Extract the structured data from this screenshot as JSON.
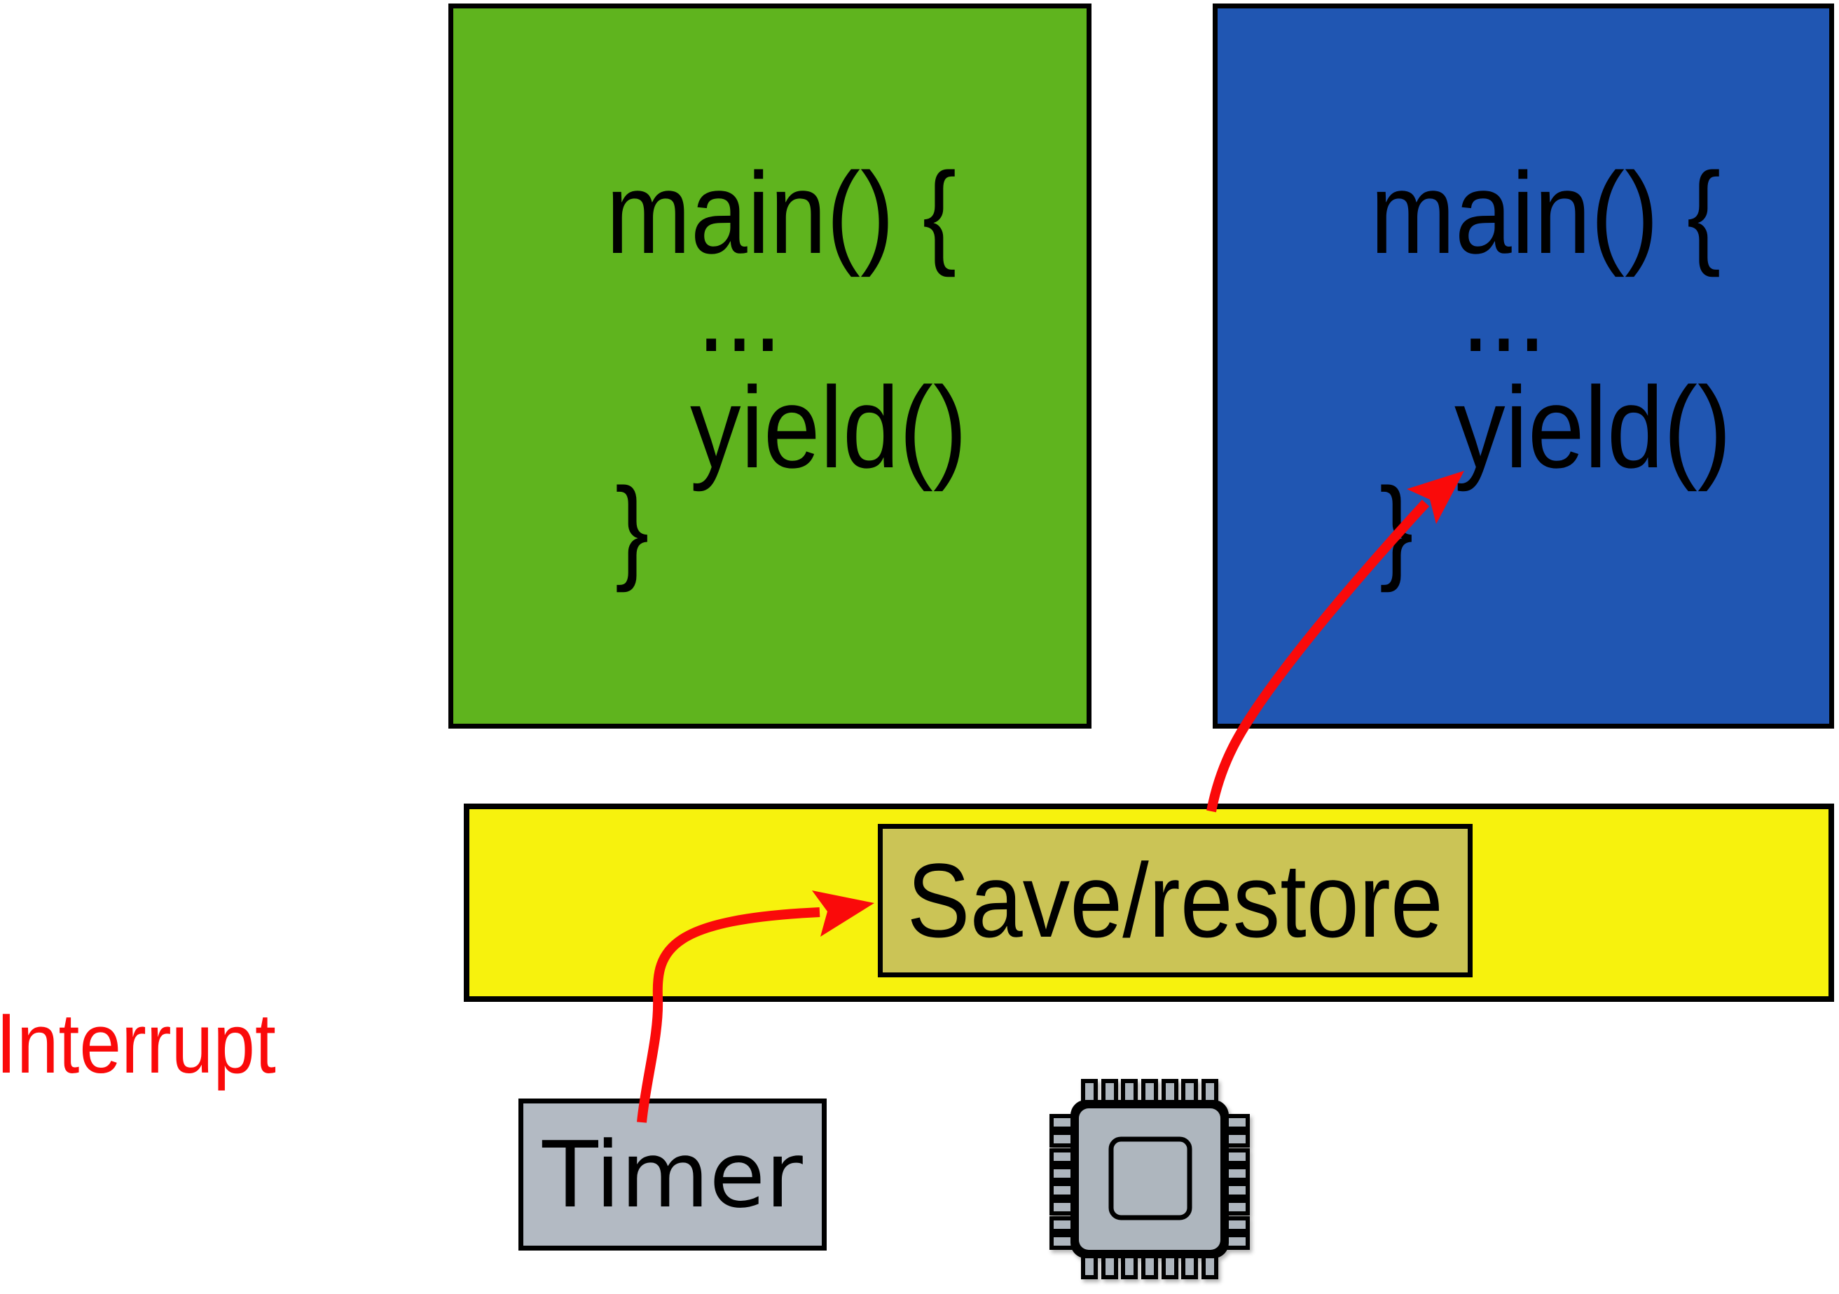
{
  "diagram": {
    "task_box_green": {
      "fill": "#5fb41e",
      "lines": [
        "main() {",
        "...",
        "yield()",
        "}"
      ]
    },
    "task_box_blue": {
      "fill": "#2056b2",
      "lines": [
        "main() {",
        "...",
        "yield()",
        "}"
      ]
    },
    "scheduler_bar": {
      "fill": "#f7f20d"
    },
    "save_restore_box": {
      "label": "Save/restore",
      "fill": "#cbc456"
    },
    "timer_box": {
      "label": "Timer",
      "fill": "#b3bac3"
    },
    "interrupt_label": {
      "text": "Interrupt",
      "color": "#fa0a0a"
    },
    "arrow_color": "#fa0a0a",
    "icons": {
      "chip": "cpu-chip-icon",
      "chip_fill": "#aeb6be"
    }
  }
}
